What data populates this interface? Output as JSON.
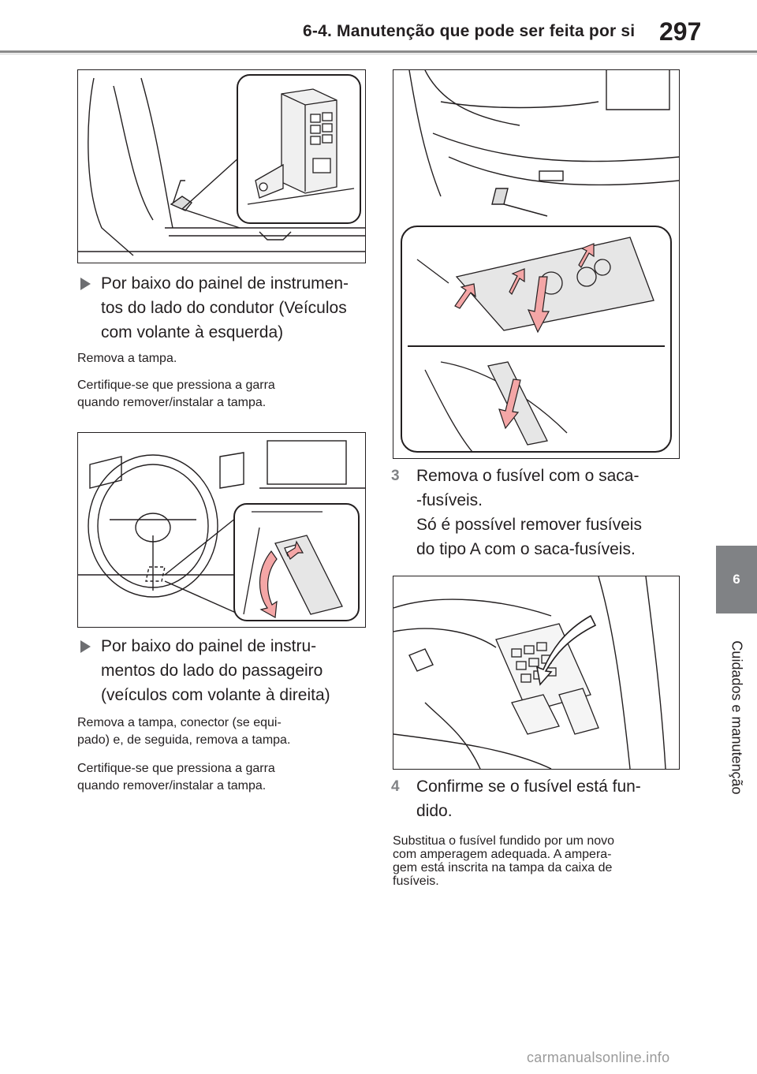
{
  "header": {
    "section_title": "6-4. Manutenção que pode ser feita por si",
    "page_number": "297"
  },
  "side_tab": {
    "chapter_number": "6",
    "chapter_title": "Cuidados e manutenção"
  },
  "left_column": {
    "bullet1": "Por baixo do painel de instrumen-tos do lado do condutor (Veículos com volante à esquerda)",
    "bullet1_lines": [
      "Por baixo do painel de instrumen-",
      "tos do lado do condutor (Veículos",
      "com volante à esquerda)"
    ],
    "text1": "Remova a tampa.",
    "text2_lines": [
      "Certifique-se que pressiona a garra",
      "quando remover/instalar a tampa."
    ],
    "bullet2_lines": [
      "Por baixo do painel de instru-",
      "mentos do lado do passageiro",
      "(veículos com volante à direita)"
    ],
    "text3_lines": [
      "Remova a tampa, conector (se equi-",
      "pado) e, de seguida, remova a tampa."
    ],
    "text4_lines": [
      "Certifique-se que pressiona a garra",
      "quando remover/instalar a tampa."
    ]
  },
  "right_column": {
    "step3": {
      "number": "3",
      "lines": [
        "Remova o fusível com o saca-",
        "-fusíveis.",
        "Só é possível remover fusíveis",
        "do tipo A com o saca-fusíveis."
      ]
    },
    "step4": {
      "number": "4",
      "lines": [
        "Confirme se o fusível está fun-",
        "dido."
      ]
    },
    "text_lines": [
      "Substitua o fusível fundido por um novo",
      "com amperagem adequada. A ampera-",
      "gem está inscrita na tampa da caixa de",
      "fusíveis."
    ]
  },
  "watermark": "carmanualsonline.info",
  "colors": {
    "accent_gray": "#808285",
    "arrow_pink": "#f4a6a6",
    "text": "#231f20"
  }
}
